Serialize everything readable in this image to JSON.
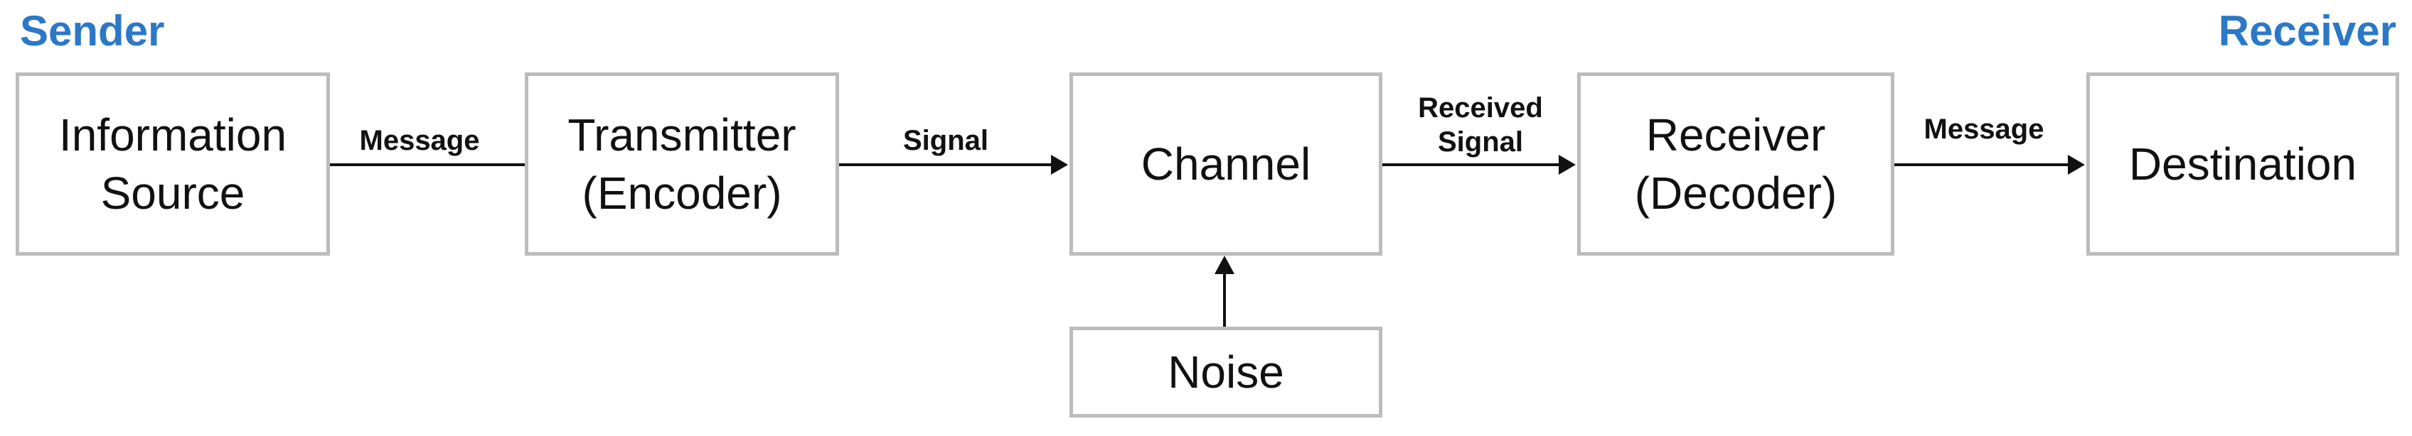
{
  "headings": {
    "sender": "Sender",
    "receiver": "Receiver"
  },
  "nodes": {
    "information_source": {
      "line1": "Information",
      "line2": "Source"
    },
    "transmitter": {
      "line1": "Transmitter",
      "line2": "(Encoder)"
    },
    "channel": {
      "label": "Channel"
    },
    "receiver": {
      "line1": "Receiver",
      "line2": "(Decoder)"
    },
    "destination": {
      "label": "Destination"
    },
    "noise": {
      "label": "Noise"
    }
  },
  "edges": {
    "source_to_transmitter": {
      "label": "Message"
    },
    "transmitter_to_channel": {
      "label": "Signal"
    },
    "channel_to_receiver": {
      "line1": "Received",
      "line2": "Signal"
    },
    "receiver_to_destination": {
      "label": "Message"
    },
    "noise_to_channel": {
      "label": ""
    }
  },
  "colors": {
    "heading": "#2b78c9",
    "box_border": "#bcbcbc",
    "arrow": "#111111"
  }
}
